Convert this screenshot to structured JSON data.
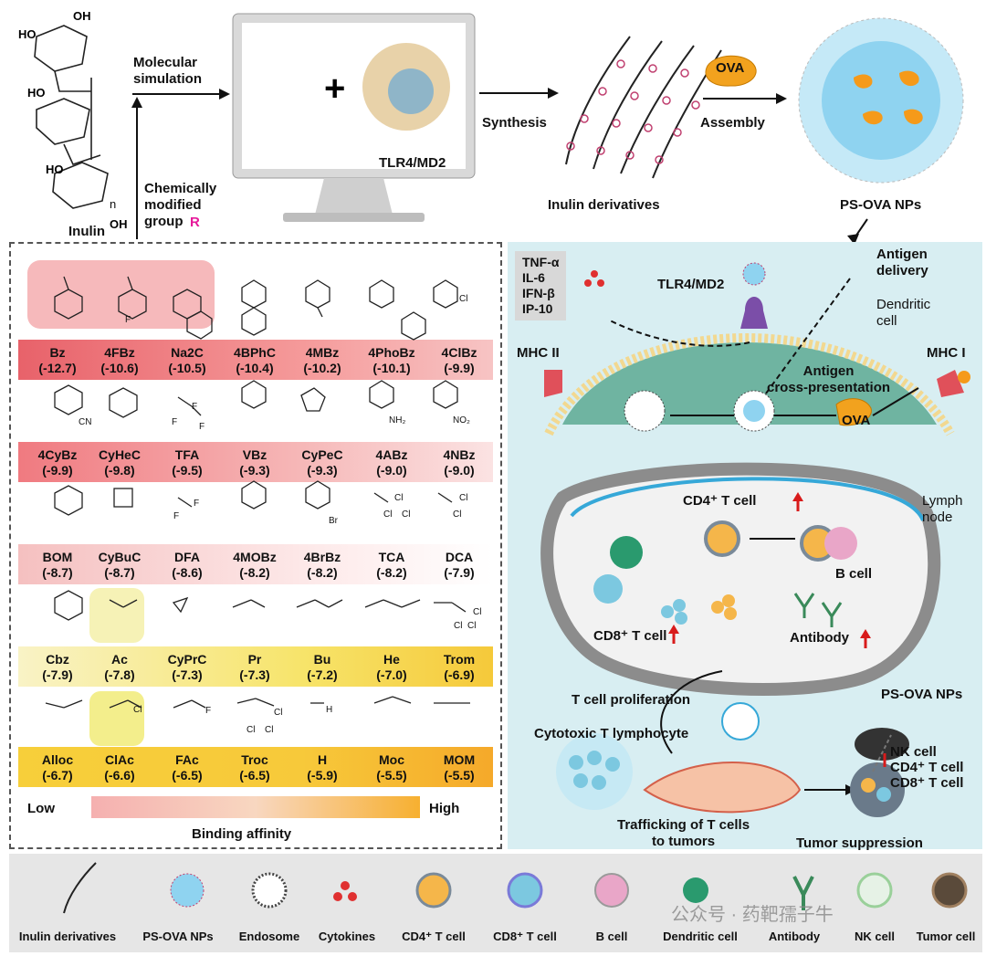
{
  "top": {
    "inulin_label": "Inulin",
    "molecular_sim": "Molecular\nsimulation",
    "chem_mod": "Chemically\nmodified\ngroup",
    "chem_mod_R": "R",
    "tlr_label": "TLR4/MD2",
    "synthesis": "Synthesis",
    "assembly": "Assembly",
    "ova": "OVA",
    "inulin_derivatives": "Inulin derivatives",
    "ps_ova": "PS-OVA NPs",
    "n_label": "n"
  },
  "table": {
    "rows": [
      [
        {
          "name": "Bz",
          "score": "(-12.7)"
        },
        {
          "name": "4FBz",
          "score": "(-10.6)"
        },
        {
          "name": "Na2C",
          "score": "(-10.5)"
        },
        {
          "name": "4BPhC",
          "score": "(-10.4)"
        },
        {
          "name": "4MBz",
          "score": "(-10.2)"
        },
        {
          "name": "4PhoBz",
          "score": "(-10.1)"
        },
        {
          "name": "4ClBz",
          "score": "(-9.9)"
        }
      ],
      [
        {
          "name": "4CyBz",
          "score": "(-9.9)"
        },
        {
          "name": "CyHeC",
          "score": "(-9.8)"
        },
        {
          "name": "TFA",
          "score": "(-9.5)"
        },
        {
          "name": "VBz",
          "score": "(-9.3)"
        },
        {
          "name": "CyPeC",
          "score": "(-9.3)"
        },
        {
          "name": "4ABz",
          "score": "(-9.0)"
        },
        {
          "name": "4NBz",
          "score": "(-9.0)"
        }
      ],
      [
        {
          "name": "BOM",
          "score": "(-8.7)"
        },
        {
          "name": "CyBuC",
          "score": "(-8.7)"
        },
        {
          "name": "DFA",
          "score": "(-8.6)"
        },
        {
          "name": "4MOBz",
          "score": "(-8.2)"
        },
        {
          "name": "4BrBz",
          "score": "(-8.2)"
        },
        {
          "name": "TCA",
          "score": "(-8.2)"
        },
        {
          "name": "DCA",
          "score": "(-7.9)"
        }
      ],
      [
        {
          "name": "Cbz",
          "score": "(-7.9)"
        },
        {
          "name": "Ac",
          "score": "(-7.8)"
        },
        {
          "name": "CyPrC",
          "score": "(-7.3)"
        },
        {
          "name": "Pr",
          "score": "(-7.3)"
        },
        {
          "name": "Bu",
          "score": "(-7.2)"
        },
        {
          "name": "He",
          "score": "(-7.0)"
        },
        {
          "name": "Trom",
          "score": "(-6.9)"
        }
      ],
      [
        {
          "name": "Alloc",
          "score": "(-6.7)"
        },
        {
          "name": "ClAc",
          "score": "(-6.6)"
        },
        {
          "name": "FAc",
          "score": "(-6.5)"
        },
        {
          "name": "Troc",
          "score": "(-6.5)"
        },
        {
          "name": "H",
          "score": "(-5.9)"
        },
        {
          "name": "Moc",
          "score": "(-5.5)"
        },
        {
          "name": "MOM",
          "score": "(-5.5)"
        }
      ]
    ],
    "atoms": [
      "F",
      "Cl",
      "CN",
      "F",
      "F",
      "F",
      "NH₂",
      "NO₂",
      "F",
      "F",
      "Br",
      "Cl",
      "Cl",
      "Cl",
      "Cl",
      "Cl",
      "Cl",
      "Cl",
      "Cl",
      "Cl",
      "Cl",
      "F",
      "Cl",
      "Cl",
      "H"
    ],
    "low": "Low",
    "high": "High",
    "binding_affinity": "Binding affinity"
  },
  "right": {
    "cytokines": [
      "TNF-α",
      "IL-6",
      "IFN-β",
      "IP-10"
    ],
    "tlr": "TLR4/MD2",
    "antigen_delivery": "Antigen\ndelivery",
    "dendritic_cell": "Dendritic\ncell",
    "mhc2": "MHC II",
    "mhc1": "MHC I",
    "cross_presentation": "Antigen\ncross-presentation",
    "ova": "OVA",
    "cd4": "CD4⁺ T cell",
    "lymph_node": "Lymph\nnode",
    "b_cell": "B cell",
    "cd8": "CD8⁺ T cell",
    "antibody": "Antibody",
    "t_prolif": "T cell proliferation",
    "ps_ova": "PS-OVA NPs",
    "ctl": "Cytotoxic T lymphocyte",
    "nk_list": [
      "NK cell",
      "CD4⁺ T cell",
      "CD8⁺ T cell"
    ],
    "trafficking": "Trafficking of T cells\nto tumors",
    "tumor_suppression": "Tumor suppression"
  },
  "legend": [
    "Inulin derivatives",
    "PS-OVA NPs",
    "Endosome",
    "Cytokines",
    "CD4⁺ T cell",
    "CD8⁺ T cell",
    "B cell",
    "Dendritic cell",
    "Antibody",
    "NK cell",
    "Tumor cell"
  ],
  "watermark": "公众号 · 药靶孺子牛",
  "colors": {
    "band_red": "#e8666a",
    "band_pink": "#f4c0c0",
    "band_yellow": "#f5d430",
    "band_orange": "#f7b230",
    "panel_bg": "#d8eef2",
    "magenta": "#e6199a"
  }
}
